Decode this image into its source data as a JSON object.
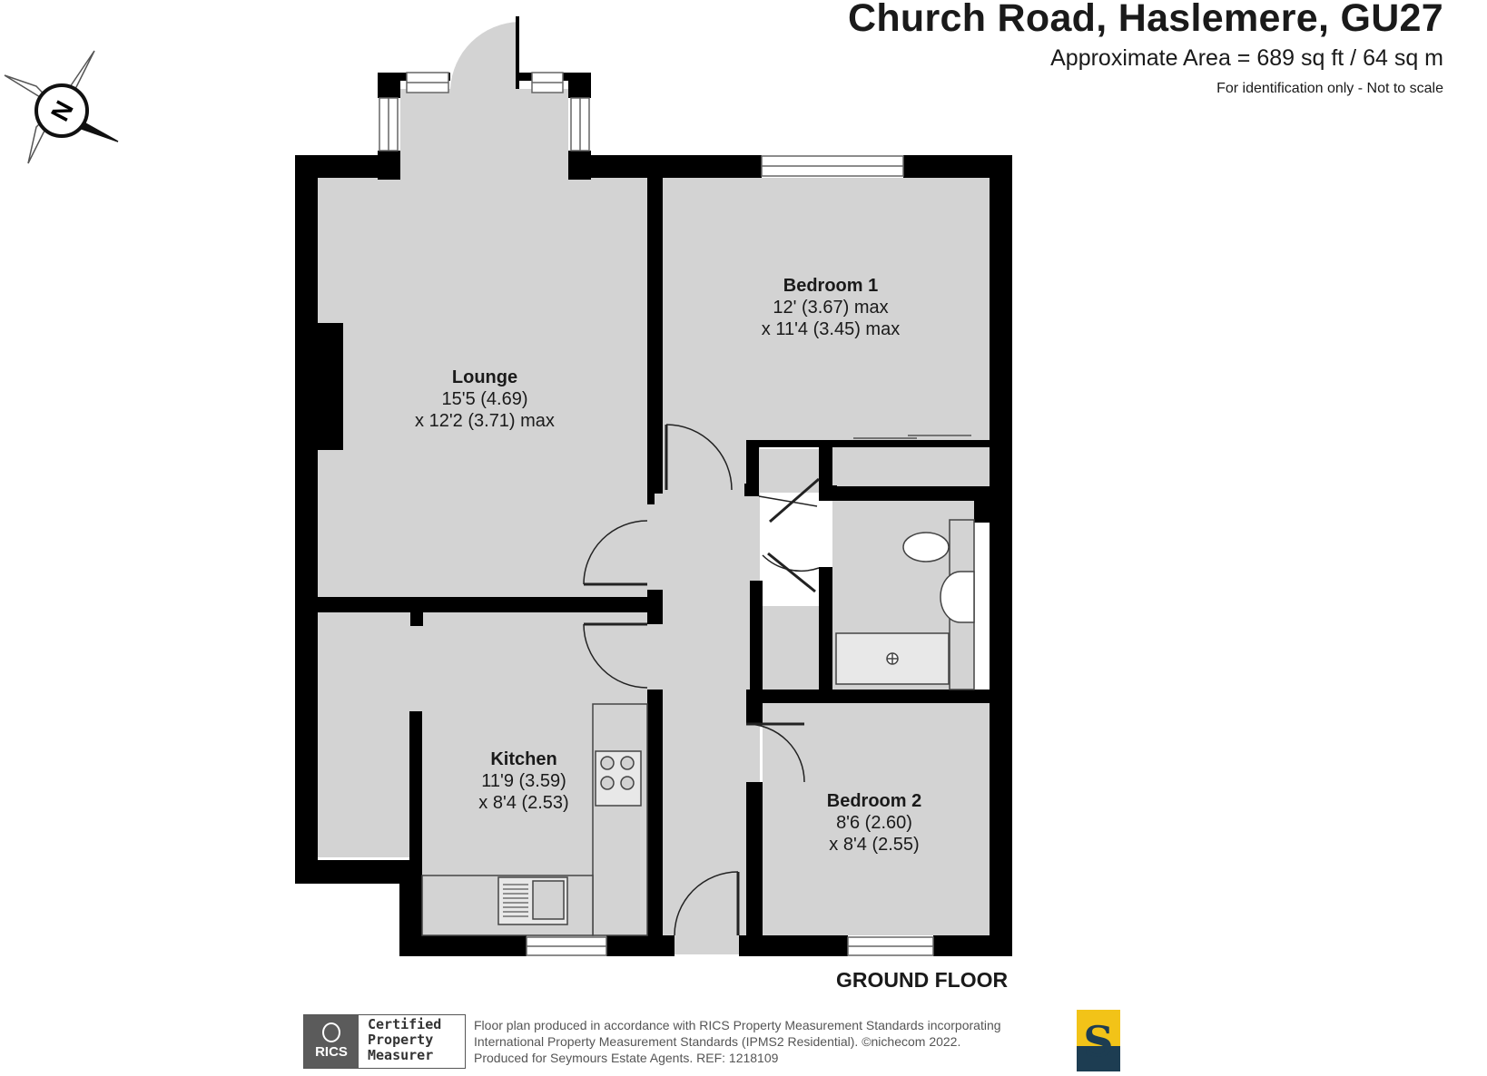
{
  "header": {
    "title": "Church Road, Haslemere, GU27",
    "area": "Approximate Area = 689 sq ft / 64 sq m",
    "note": "For identification only - Not to scale"
  },
  "compass": {
    "letter": "N"
  },
  "rooms": {
    "lounge": {
      "name": "Lounge",
      "dim1": "15'5 (4.69)",
      "dim2": "x 12'2 (3.71) max"
    },
    "bedroom1": {
      "name": "Bedroom 1",
      "dim1": "12' (3.67) max",
      "dim2": "x 11'4 (3.45) max"
    },
    "kitchen": {
      "name": "Kitchen",
      "dim1": "11'9 (3.59)",
      "dim2": "x 8'4 (2.53)"
    },
    "bedroom2": {
      "name": "Bedroom 2",
      "dim1": "8'6 (2.60)",
      "dim2": "x 8'4 (2.55)"
    }
  },
  "floor_label": "GROUND FLOOR",
  "footer": {
    "rics_word": "RICS",
    "rics_cert": "Certified\nProperty\nMeasurer",
    "disclaimer_line1": "Floor plan produced in accordance with RICS Property Measurement Standards incorporating",
    "disclaimer_line2": "International Property Measurement Standards (IPMS2 Residential).  ©nichecom 2022.",
    "disclaimer_line3": "Produced for Seymours Estate Agents.   REF: 1218109",
    "agent_letter": "S"
  },
  "colors": {
    "wall": "#000000",
    "floor": "#d3d3d3",
    "agent_yellow": "#f2c318",
    "agent_navy": "#1d3d52"
  }
}
